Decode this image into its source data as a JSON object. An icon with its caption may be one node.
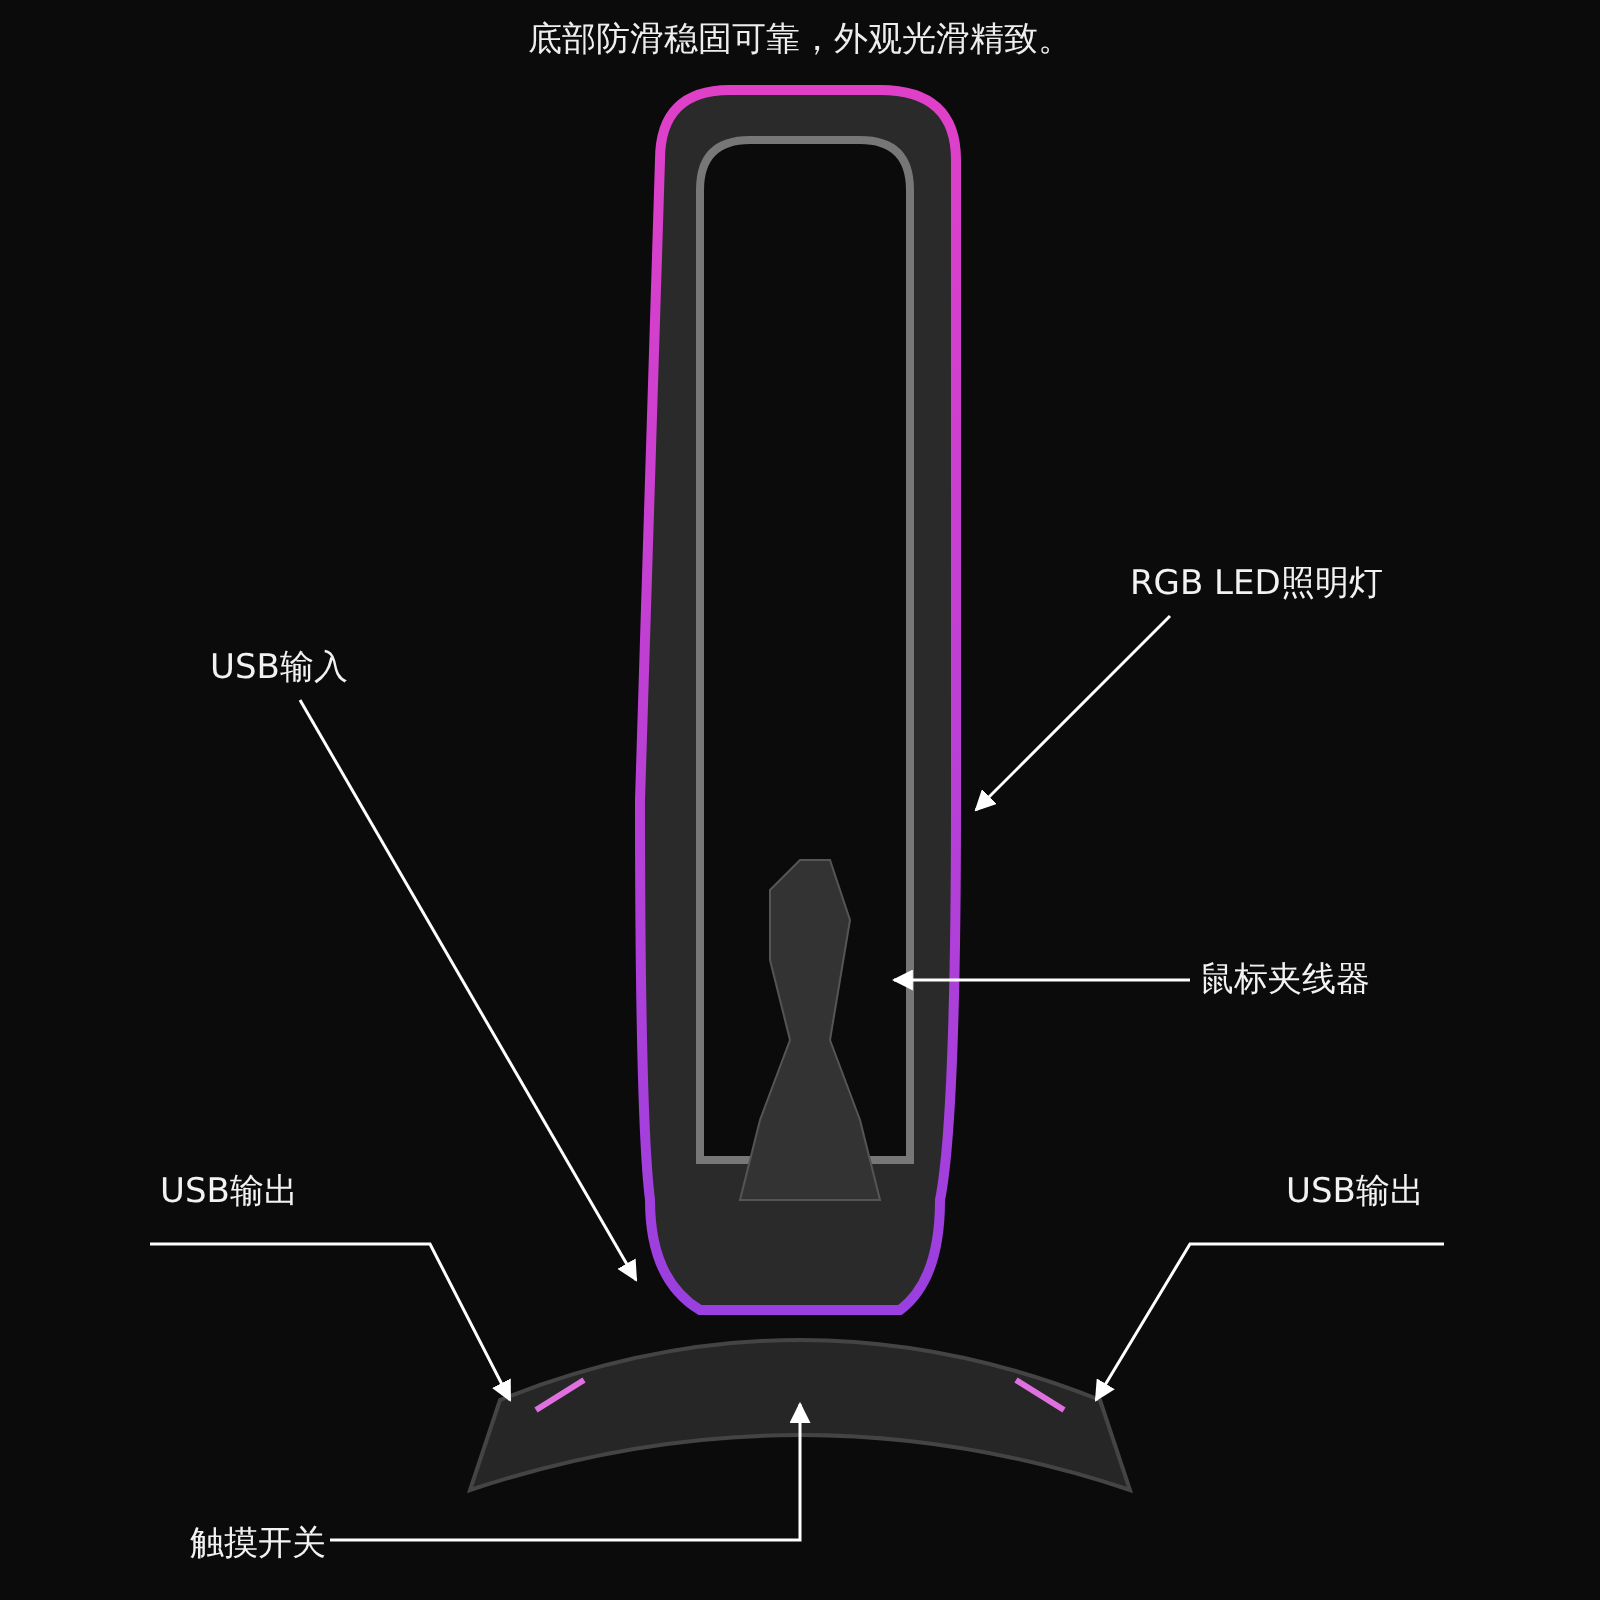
{
  "diagram": {
    "title": "底部防滑稳固可靠，外观光滑精致。",
    "nodes": [
      {
        "text": [
          "USB输入"
        ]
      },
      {
        "text": [
          "RGB LED照明灯"
        ]
      },
      {
        "text": [
          "鼠标夹线器"
        ]
      },
      {
        "text": [
          "USB输出"
        ]
      },
      {
        "text": [
          "USB输出"
        ]
      },
      {
        "text": [
          "触摸开关"
        ]
      }
    ],
    "edges": [
      {
        "from": 0,
        "to": null,
        "arrow": "to"
      },
      {
        "from": 1,
        "to": null,
        "arrow": "to"
      },
      {
        "from": 2,
        "to": null,
        "arrow": "to"
      },
      {
        "from": 3,
        "to": null,
        "arrow": "to"
      },
      {
        "from": 4,
        "to": null,
        "arrow": "to"
      },
      {
        "from": 5,
        "to": null,
        "arrow": "to"
      }
    ]
  }
}
